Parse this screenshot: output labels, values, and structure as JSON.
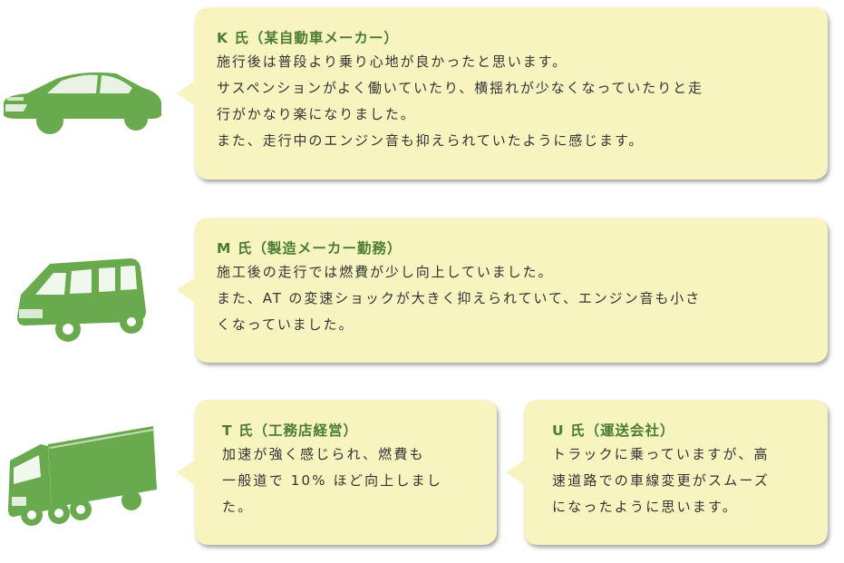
{
  "colors": {
    "icon_green": "#6aaa4e",
    "bubble_bg": "#f7f4c0",
    "title_green": "#4a7d32"
  },
  "testimonials": [
    {
      "icon": "sedan-car-icon",
      "title": "K 氏（某自動車メーカー）",
      "lines": [
        "施行後は普段より乗り心地が良かったと思います。",
        "サスペンションがよく働いていたり、横揺れが少なくなっていたりと走",
        "行がかなり楽になりました。",
        "また、走行中のエンジン音も抑えられていたように感じます。"
      ]
    },
    {
      "icon": "minivan-icon",
      "title": "M 氏（製造メーカー勤務）",
      "lines": [
        "施工後の走行では燃費が少し向上していました。",
        "また、AT の変速ショックが大きく抑えられていて、エンジン音も小さ",
        "くなっていました。"
      ]
    },
    {
      "icon": "truck-icon",
      "title": "T 氏（工務店経営）",
      "lines": [
        "加速が強く感じられ、燃費も",
        "一般道で 10% ほど向上しまし",
        "た。"
      ]
    },
    {
      "title": "U 氏（運送会社）",
      "lines": [
        "トラックに乗っていますが、高",
        "速道路での車線変更がスムーズ",
        "になったように思います。"
      ]
    }
  ]
}
